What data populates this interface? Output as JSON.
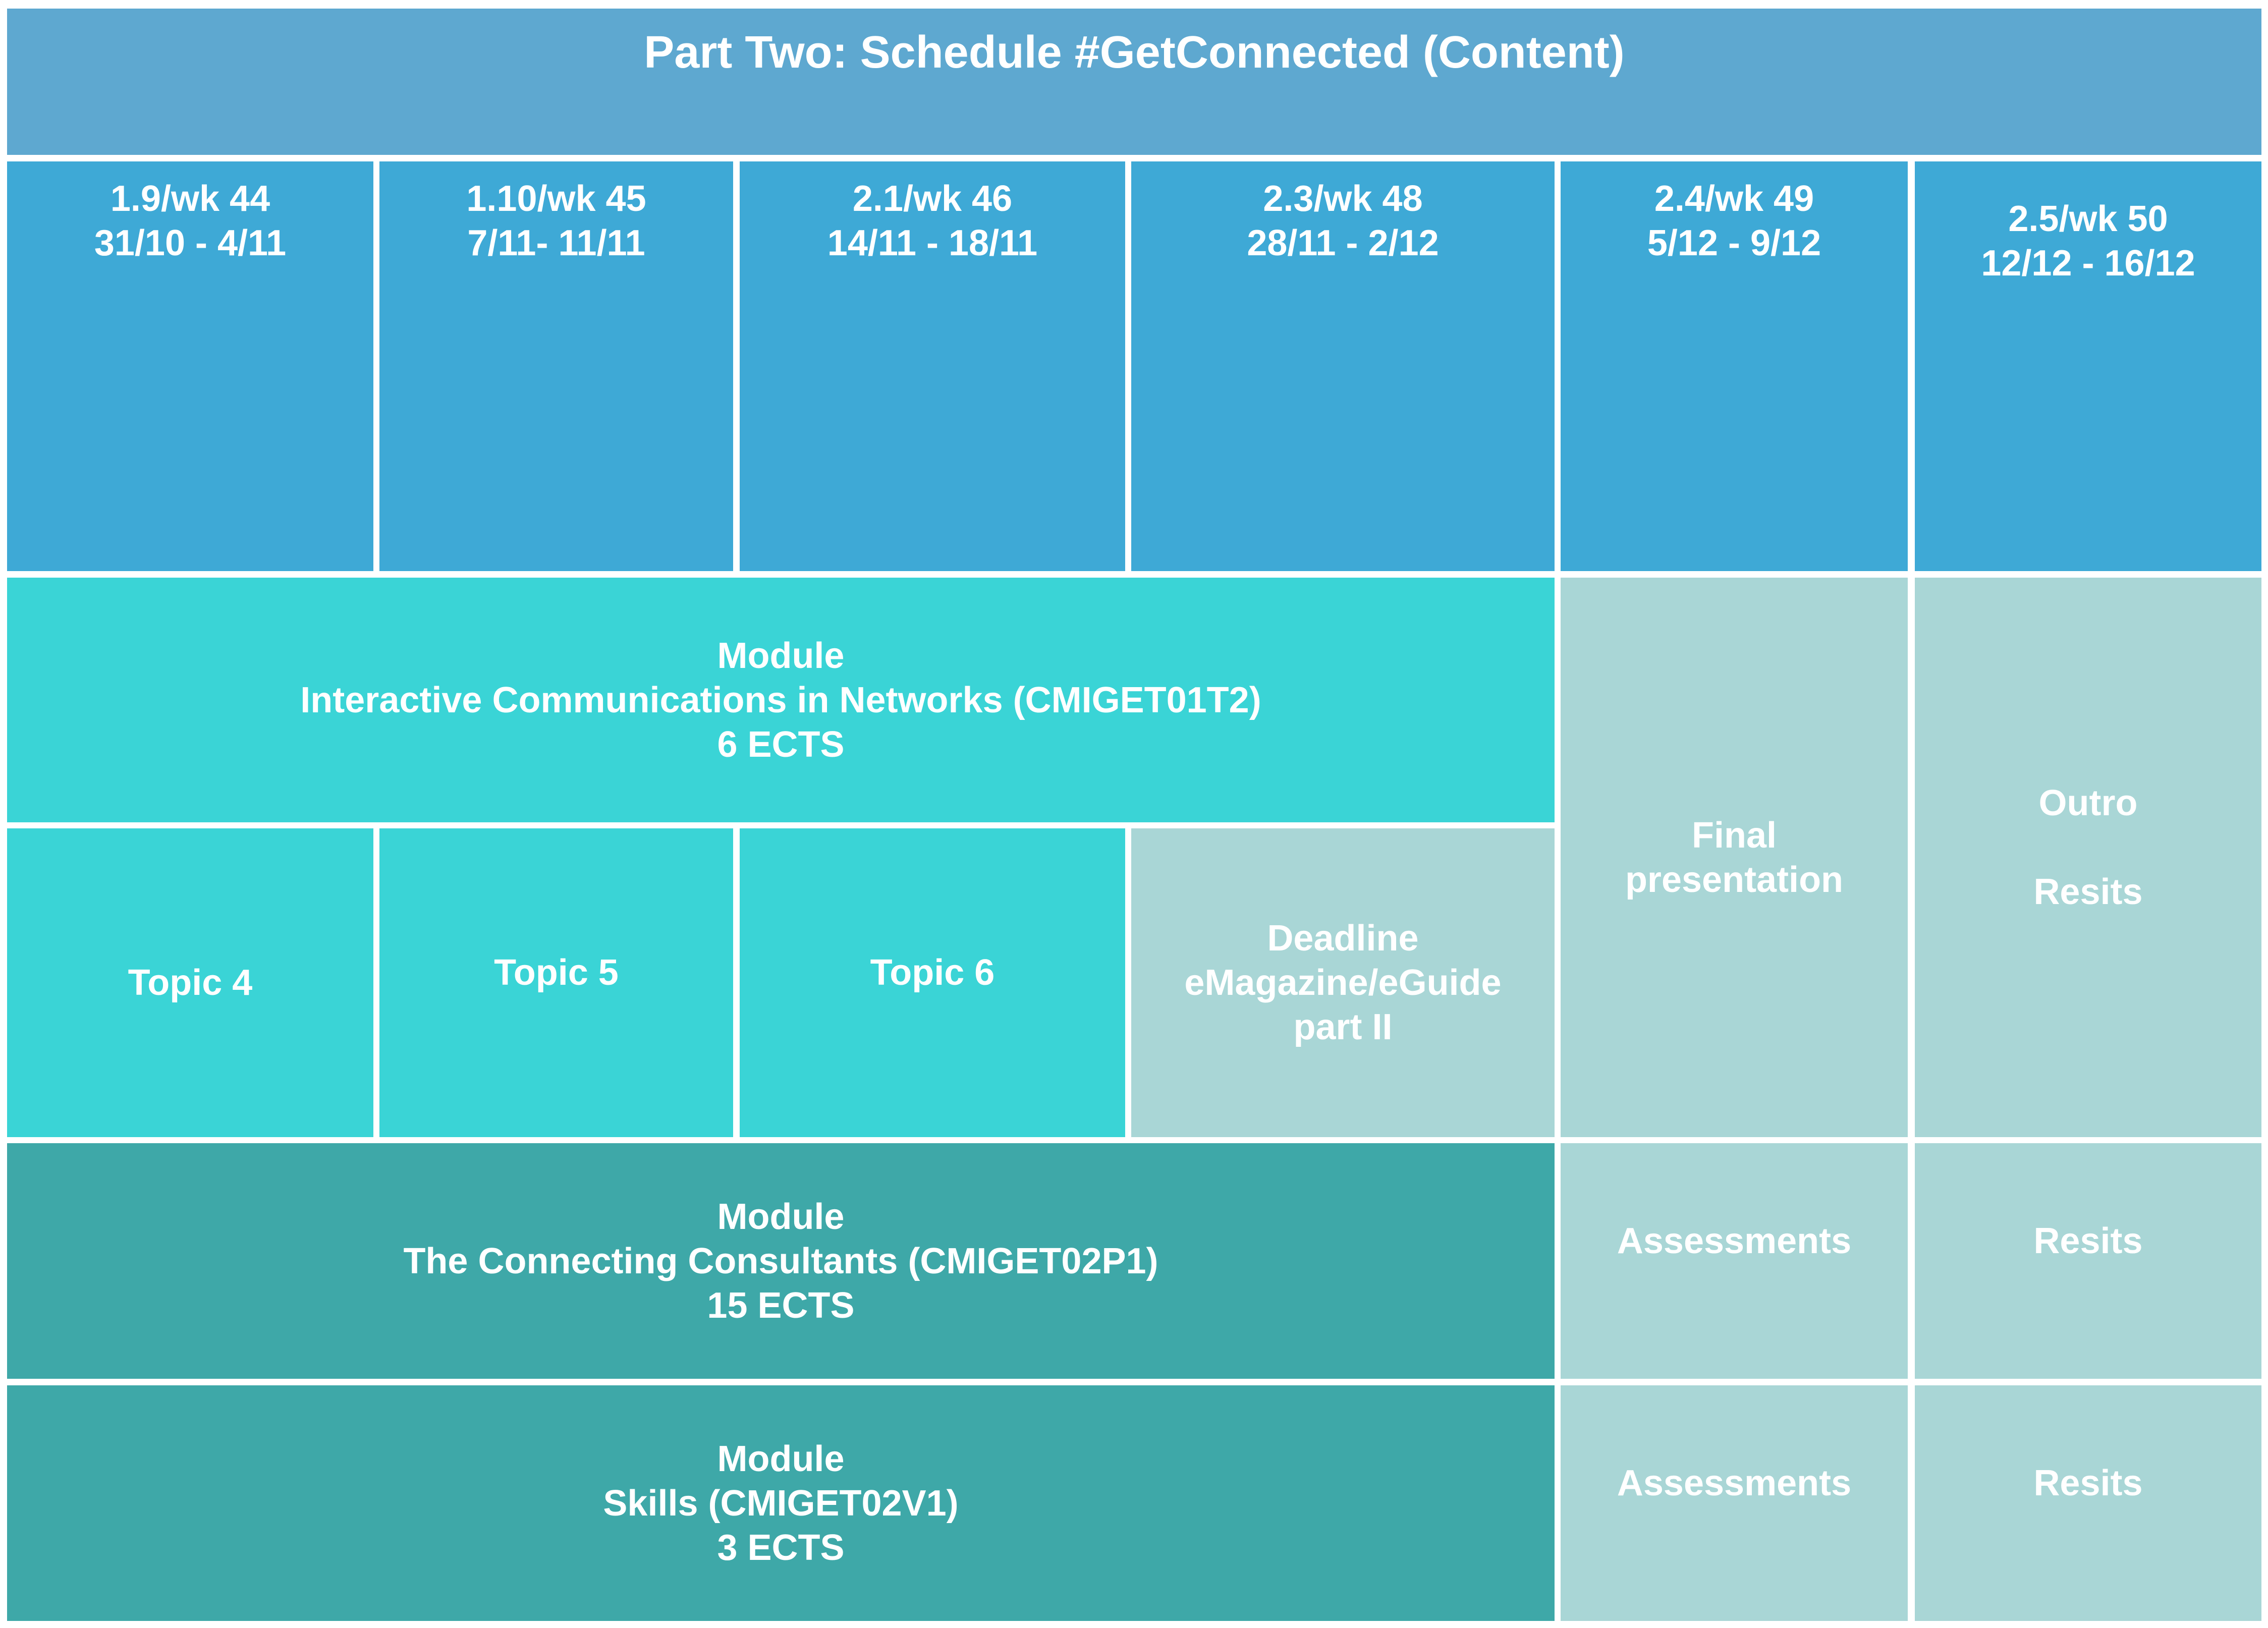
{
  "title": "Part Two: Schedule #GetConnected (Content)",
  "colors": {
    "title_bg": "#5ea8d0",
    "week_bg": "#3ea9d6",
    "topic_bg": "#3ad4d6",
    "module_dark_bg": "#3ea8a8",
    "light_bg": "#a9d6d6",
    "text": "#ffffff"
  },
  "weeks": [
    {
      "label": "1.9/wk 44",
      "dates": "31/10 - 4/11"
    },
    {
      "label": "1.10/wk 45",
      "dates": "7/11- 11/11"
    },
    {
      "label": "2.1/wk 46",
      "dates": "14/11 - 18/11"
    },
    {
      "label": "2.3/wk 48",
      "dates": "28/11 - 2/12"
    },
    {
      "label": "2.4/wk 49",
      "dates": "5/12 - 9/12"
    },
    {
      "label": "2.5/wk 50",
      "dates": "12/12 - 16/12"
    }
  ],
  "module_icn": "Module\nInteractive Communications in Networks (CMIGET01T2)\n6 ECTS",
  "topics": [
    "Topic 4",
    "Topic 5",
    "Topic 6"
  ],
  "deadline": "Deadline\neMagazine/eGuide\npart II",
  "final_presentation": "Final\npresentation",
  "outro": "Outro\n\nResits",
  "module_consultants": "Module\nThe Connecting Consultants (CMIGET02P1)\n15 ECTS",
  "module_skills": "Module\nSkills (CMIGET02V1)\n3 ECTS",
  "consultants_assessments": "Assessments",
  "consultants_resits": "Resits",
  "skills_assessments": "Assessments",
  "skills_resits": "Resits"
}
